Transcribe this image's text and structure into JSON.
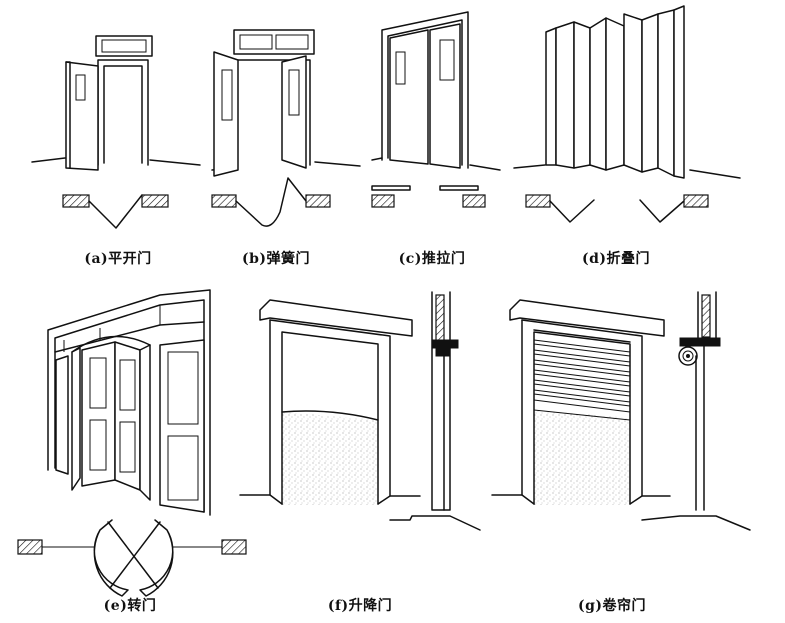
{
  "captions": {
    "a": "(a)平开门",
    "b": "(b)弹簧门",
    "c": "(c)推拉门",
    "d": "(d)折叠门",
    "e": "(e)转门",
    "f": "(f)升降门",
    "g": "(g)卷帘门"
  },
  "colors": {
    "line": "#111111",
    "background": "#ffffff"
  }
}
